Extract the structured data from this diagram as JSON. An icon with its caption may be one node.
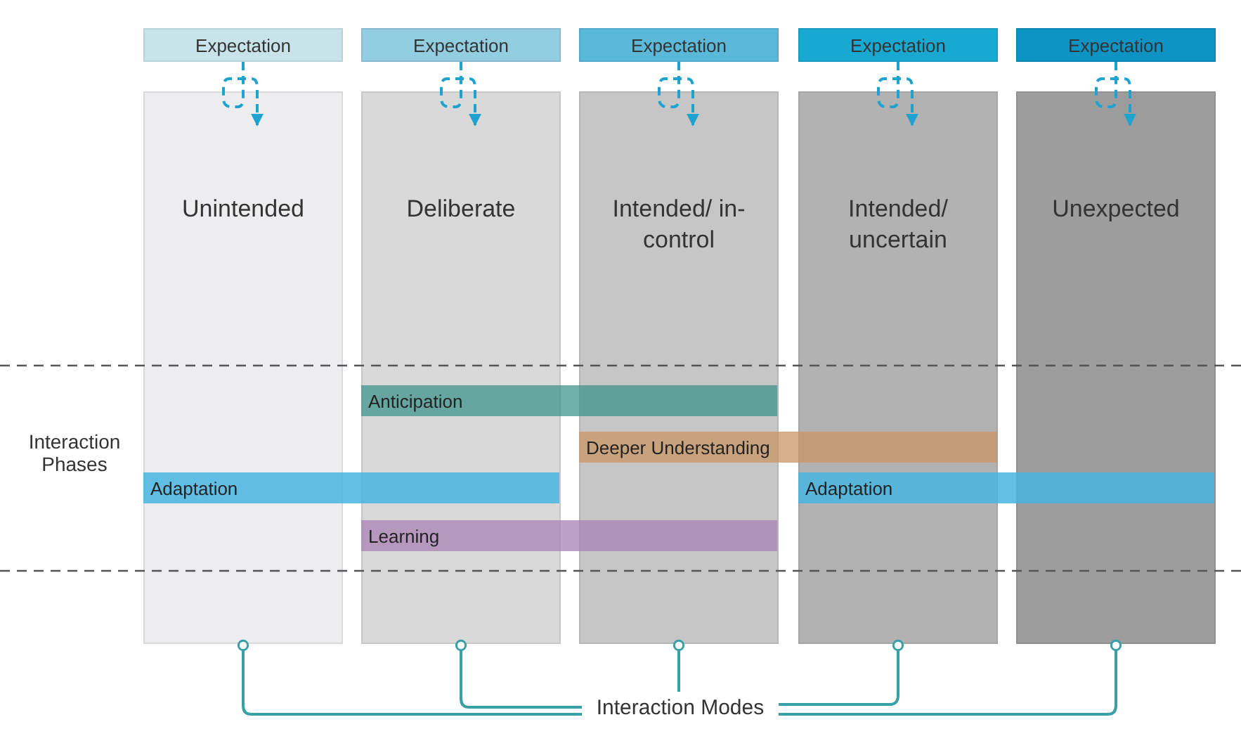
{
  "diagram": {
    "nodes": [
      {
        "text": [
          "Expectation"
        ]
      },
      {
        "text": [
          "Expectation"
        ]
      },
      {
        "text": [
          "Expectation"
        ]
      },
      {
        "text": [
          "Expectation"
        ]
      },
      {
        "text": [
          "Expectation"
        ]
      },
      {
        "text": [
          "Unintended"
        ]
      },
      {
        "text": [
          "Deliberate"
        ]
      },
      {
        "text": [
          "Intended/ in-control"
        ]
      },
      {
        "text": [
          "Intended/ uncertain"
        ]
      },
      {
        "text": [
          "Unexpected"
        ]
      },
      {
        "text": [
          "Anticipation"
        ]
      },
      {
        "text": [
          "Deeper Understanding"
        ]
      },
      {
        "text": [
          "Adaptation"
        ]
      },
      {
        "text": [
          "Adaptation"
        ]
      },
      {
        "text": [
          "Learning"
        ]
      },
      {
        "text": [
          "Interaction Modes"
        ]
      }
    ],
    "edges": [
      {
        "from": 0,
        "to": 5,
        "arrow": "to",
        "style": "dashed",
        "color": "#1ea3d0"
      },
      {
        "from": 1,
        "to": 6,
        "arrow": "to",
        "style": "dashed",
        "color": "#1ea3d0"
      },
      {
        "from": 2,
        "to": 7,
        "arrow": "to",
        "style": "dashed",
        "color": "#1ea3d0"
      },
      {
        "from": 3,
        "to": 8,
        "arrow": "to",
        "style": "dashed",
        "color": "#1ea3d0"
      },
      {
        "from": 4,
        "to": 9,
        "arrow": "to",
        "style": "dashed",
        "color": "#1ea3d0"
      },
      {
        "from": 15,
        "to": 5,
        "arrow": "other"
      },
      {
        "from": 15,
        "to": 6,
        "arrow": "other"
      },
      {
        "from": 15,
        "to": 7,
        "arrow": "other"
      },
      {
        "from": 15,
        "to": 8,
        "arrow": "other"
      },
      {
        "from": 15,
        "to": 9,
        "arrow": "other"
      }
    ],
    "labels": [
      "Interaction Phases"
    ]
  }
}
